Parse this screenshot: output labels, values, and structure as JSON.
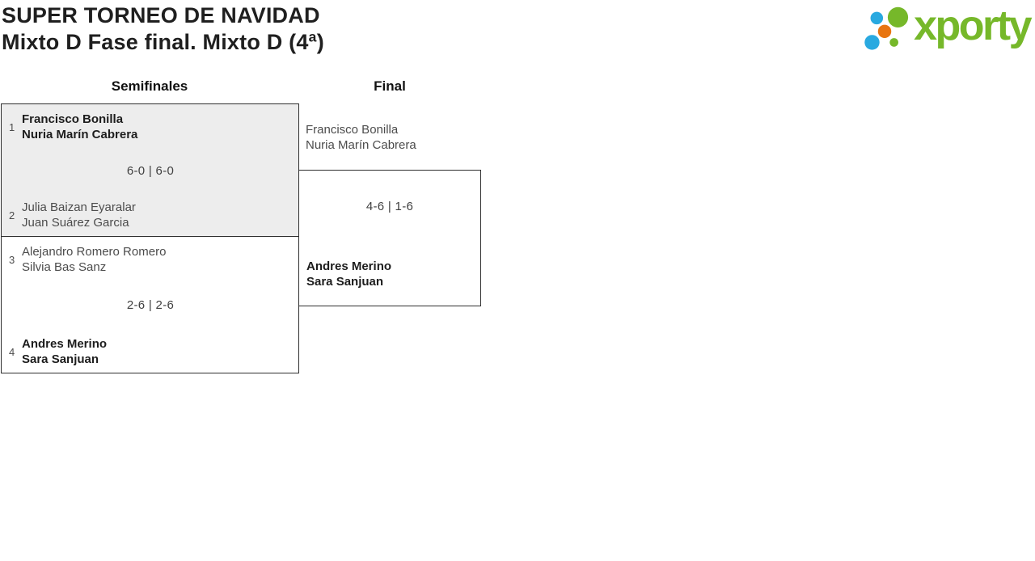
{
  "page": {
    "title": "SUPER TORNEO DE NAVIDAD",
    "subtitle": "Mixto D Fase final. Mixto D (4ª)"
  },
  "logo": {
    "brand": "xporty",
    "colors": {
      "green": "#76b82a",
      "blue": "#29a9e0",
      "orange": "#e87511"
    }
  },
  "bracket": {
    "semifinals": {
      "label": "Semifinales",
      "matches": [
        {
          "top": {
            "seed": "1",
            "players": [
              "Francisco Bonilla",
              "Nuria Marín Cabrera"
            ],
            "winner": true
          },
          "score": "6-0 | 6-0",
          "bottom": {
            "seed": "2",
            "players": [
              "Julia Baizan Eyaralar",
              "Juan Suárez Garcia"
            ],
            "winner": false
          }
        },
        {
          "top": {
            "seed": "3",
            "players": [
              "Alejandro Romero Romero",
              "Silvia Bas Sanz"
            ],
            "winner": false
          },
          "score": "2-6 | 2-6",
          "bottom": {
            "seed": "4",
            "players": [
              "Andres Merino",
              "Sara Sanjuan"
            ],
            "winner": true
          }
        }
      ]
    },
    "final": {
      "label": "Final",
      "match": {
        "top": {
          "players": [
            "Francisco Bonilla",
            "Nuria Marín Cabrera"
          ],
          "winner": false
        },
        "score": "4-6 | 1-6",
        "bottom": {
          "players": [
            "Andres Merino",
            "Sara Sanjuan"
          ],
          "winner": true
        }
      }
    }
  }
}
